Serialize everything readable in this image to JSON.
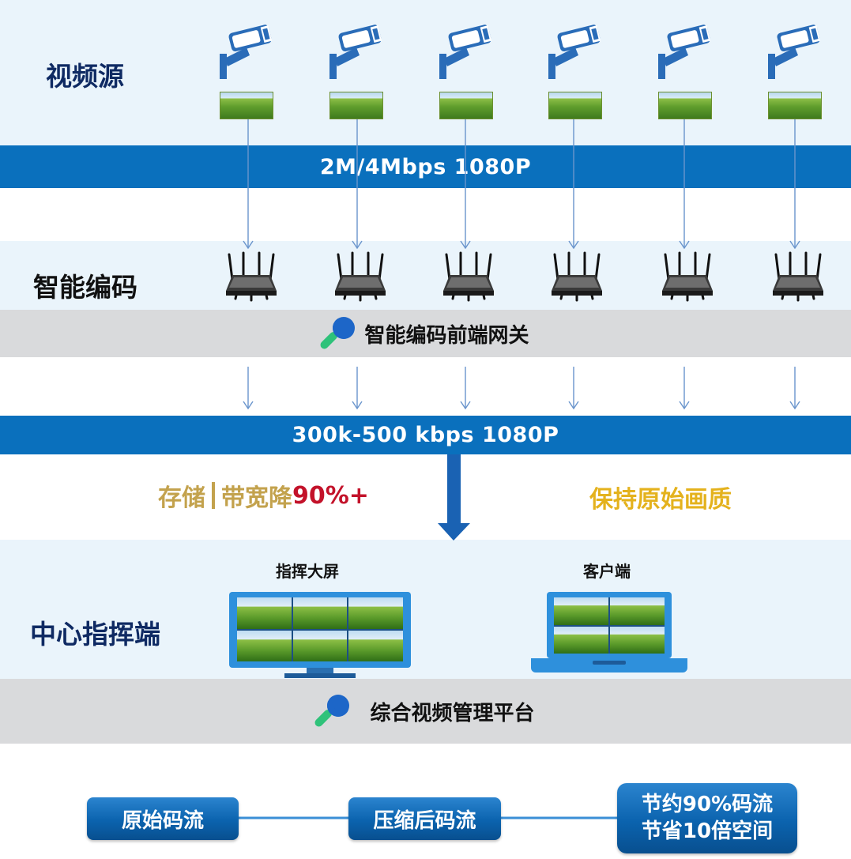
{
  "sections": {
    "source": "视频源",
    "encode": "智能编码",
    "center": "中心指挥端"
  },
  "bands": {
    "source_rate": "2M/4Mbps  1080P",
    "gateway": "智能编码前端网关",
    "compressed_rate": "300k-500 kbps  1080P",
    "platform": "综合视频管理平台"
  },
  "benefits": {
    "storage": "存储",
    "bandwidth_prefix": "带宽降",
    "bandwidth_value": "90%+",
    "quality": "保持原始画质"
  },
  "devices": {
    "wall": "指挥大屏",
    "client": "客户端"
  },
  "summary": {
    "original": "原始码流",
    "compressed": "压缩后码流",
    "saving_line1": "节约90%码流",
    "saving_line2": "节省10倍空间"
  },
  "icons": {
    "camera": "cctv-camera-icon",
    "router": "router-icon",
    "tool": "wrench-icon",
    "monitor": "monitor-icon",
    "laptop": "laptop-icon"
  },
  "colors": {
    "band_blue": "#0a70bd",
    "light_band": "#eaf4fb",
    "gray_band": "#d9dadc",
    "title_navy": "#0f2a63",
    "tan": "#c3a24d",
    "red": "#c3122a",
    "gold": "#e4b21d"
  }
}
